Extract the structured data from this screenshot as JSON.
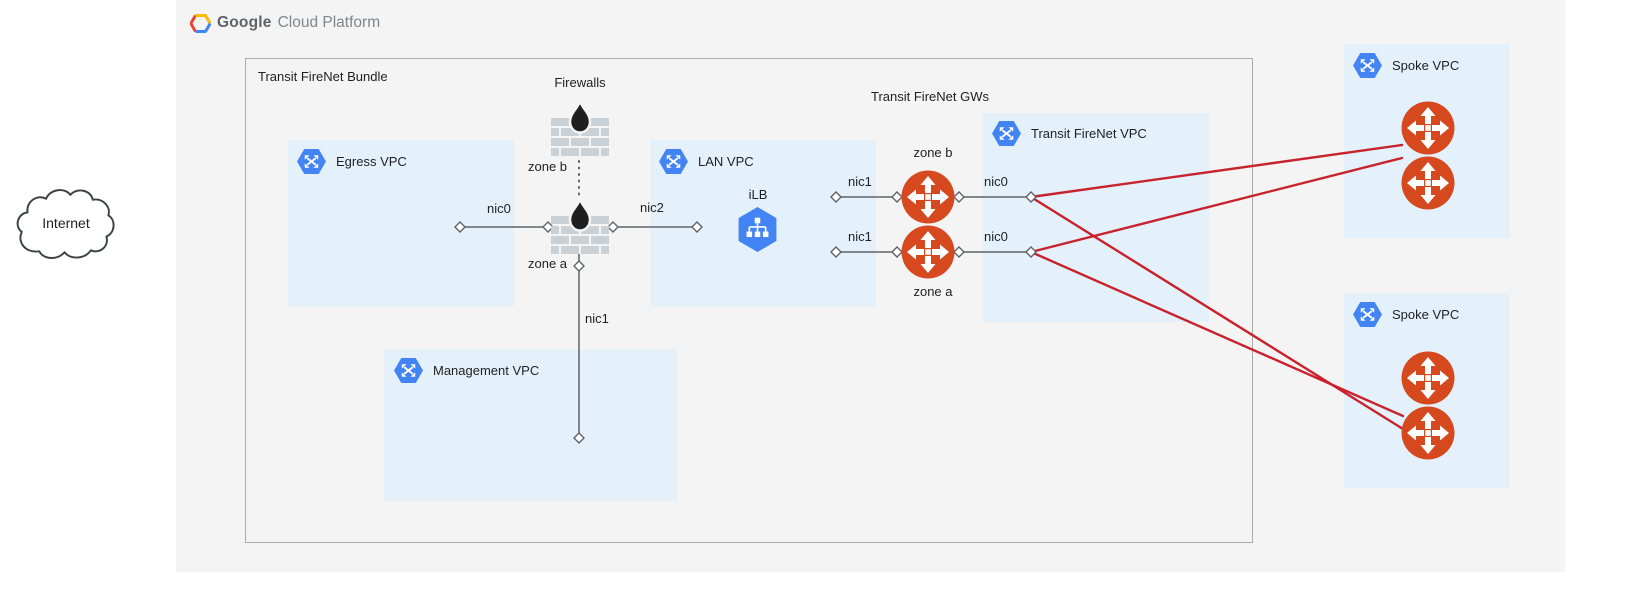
{
  "colors": {
    "canvas_bg": "#ffffff",
    "panel_bg": "#f4f4f4",
    "vpc_box_bg": "#e4f1fb",
    "bundle_border": "#ababab",
    "hexagon_blue": "#4284f3",
    "gateway_orange": "#d6491f",
    "wire_gray": "#5f6368",
    "red_link": "#c8232c",
    "brick_gray": "#c9d0d6",
    "flame_dark": "#1f1f1f",
    "text_dark": "#1f1f1f",
    "logo_gray": "#5f6368",
    "logo_gray_light": "#80868b"
  },
  "header": {
    "brand_primary": "Google",
    "brand_secondary": "Cloud Platform"
  },
  "internet": {
    "label": "Internet"
  },
  "bundle": {
    "title": "Transit FireNet Bundle"
  },
  "firewalls": {
    "title": "Firewalls",
    "zone_b_label": "zone b",
    "zone_a_label": "zone a"
  },
  "egress_vpc": {
    "label": "Egress VPC",
    "nic0_label": "nic0"
  },
  "lan_vpc": {
    "label": "LAN VPC",
    "nic2_label": "nic2",
    "ilb_label": "iLB"
  },
  "management_vpc": {
    "label": "Management VPC",
    "nic1_label": "nic1"
  },
  "transit_gws": {
    "title": "Transit FireNet GWs",
    "zone_b_label": "zone b",
    "zone_a_label": "zone a",
    "gw_b_nic1_label": "nic1",
    "gw_a_nic1_label": "nic1",
    "gw_b_nic0_label": "nic0",
    "gw_a_nic0_label": "nic0"
  },
  "transit_vpc": {
    "label": "Transit FireNet VPC"
  },
  "spoke_vpc_top": {
    "label": "Spoke VPC"
  },
  "spoke_vpc_bottom": {
    "label": "Spoke VPC"
  }
}
